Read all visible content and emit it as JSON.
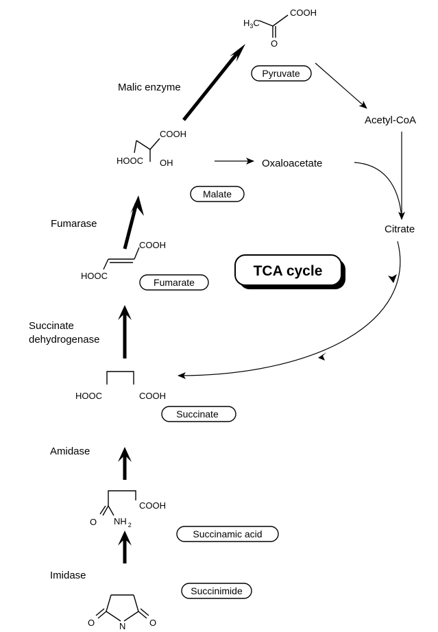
{
  "enzymes": {
    "malic": "Malic enzyme",
    "fumarase": "Fumarase",
    "sdh_line1": "Succinate",
    "sdh_line2": "dehydrogenase",
    "amidase": "Amidase",
    "imidase": "Imidase"
  },
  "compounds": {
    "pyruvate": "Pyruvate",
    "malate": "Malate",
    "fumarate": "Fumarate",
    "succinate": "Succinate",
    "succinamic_acid": "Succinamic acid",
    "succinimide": "Succinimide"
  },
  "metabolites": {
    "acetyl_coa": "Acetyl-CoA",
    "oxaloacetate": "Oxaloacetate",
    "citrate": "Citrate"
  },
  "cycle_label": "TCA cycle",
  "formula_text": {
    "cooh": "COOH",
    "hooc": "HOOC",
    "oh": "OH",
    "o": "O",
    "h": "H",
    "h3c_h": "H",
    "h3c_3": "3",
    "h3c_c": "C",
    "nh": "NH",
    "nh_2": "2"
  }
}
